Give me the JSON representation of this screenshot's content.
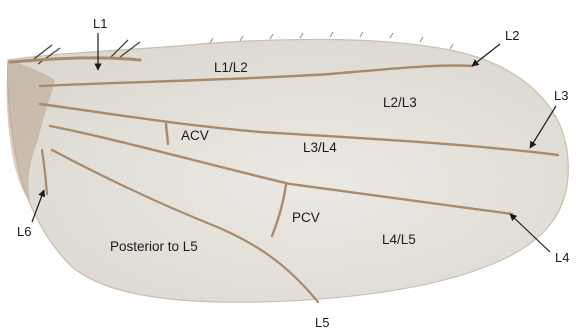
{
  "figure": {
    "vein_labels": {
      "l1": "L1",
      "l2": "L2",
      "l3": "L3",
      "l4": "L4",
      "l5": "L5",
      "l6": "L6"
    },
    "crossvein_labels": {
      "acv": "ACV",
      "pcv": "PCV"
    },
    "region_labels": {
      "l1_l2": "L1/L2",
      "l2_l3": "L2/L3",
      "l3_l4": "L3/L4",
      "l4_l5": "L4/L5",
      "posterior": "Posterior to L5"
    },
    "colors": {
      "background": "#ffffff",
      "wing_membrane": "#e6e4df",
      "vein": "#a88a6a",
      "label_text": "#1a1a1a",
      "arrow": "#1a1a1a"
    }
  }
}
